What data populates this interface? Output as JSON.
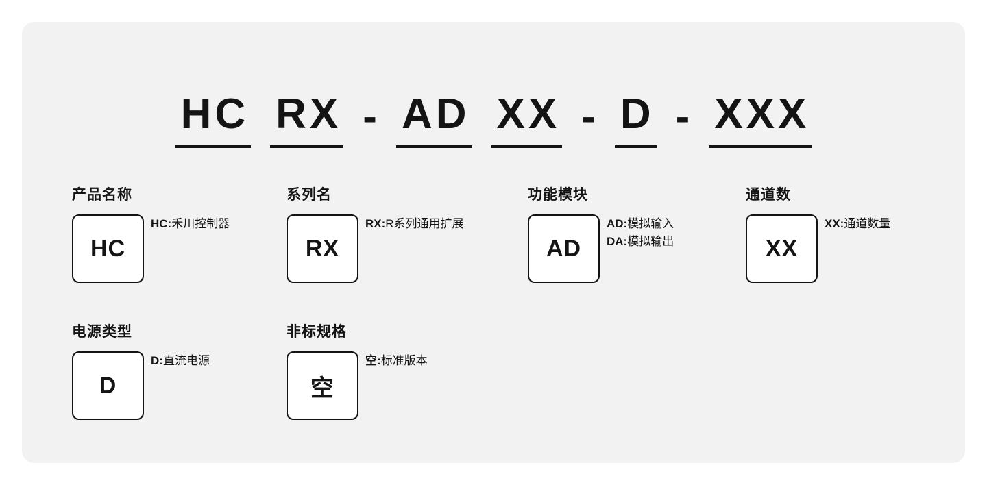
{
  "title": {
    "segments": [
      {
        "text": "HC",
        "type": "code"
      },
      {
        "text": "RX",
        "type": "code"
      },
      {
        "text": "-",
        "type": "dash"
      },
      {
        "text": "AD",
        "type": "code"
      },
      {
        "text": "XX",
        "type": "code"
      },
      {
        "text": "-",
        "type": "dash"
      },
      {
        "text": "D",
        "type": "code"
      },
      {
        "text": "-",
        "type": "dash"
      },
      {
        "text": "XXX",
        "type": "code"
      }
    ]
  },
  "groups": [
    {
      "heading": "产品名称",
      "code": "HC",
      "lines": [
        {
          "prefix": "HC:",
          "text": "禾川控制器"
        }
      ]
    },
    {
      "heading": "系列名",
      "code": "RX",
      "lines": [
        {
          "prefix": "RX:",
          "text": "R系列通用扩展"
        }
      ]
    },
    {
      "heading": "功能模块",
      "code": "AD",
      "lines": [
        {
          "prefix": "AD:",
          "text": "模拟输入"
        },
        {
          "prefix": "DA:",
          "text": "模拟输出"
        }
      ]
    },
    {
      "heading": "通道数",
      "code": "XX",
      "lines": [
        {
          "prefix": "XX:",
          "text": "通道数量"
        }
      ]
    },
    {
      "heading": "电源类型",
      "code": "D",
      "lines": [
        {
          "prefix": "D:",
          "text": "直流电源"
        }
      ]
    },
    {
      "heading": "非标规格",
      "code": "空",
      "lines": [
        {
          "prefix": "空:",
          "text": "标准版本"
        }
      ]
    }
  ],
  "colors": {
    "card_background": "#f2f2f2",
    "page_background": "#ffffff",
    "text": "#141414",
    "box_border": "#141414",
    "box_background": "#ffffff"
  }
}
